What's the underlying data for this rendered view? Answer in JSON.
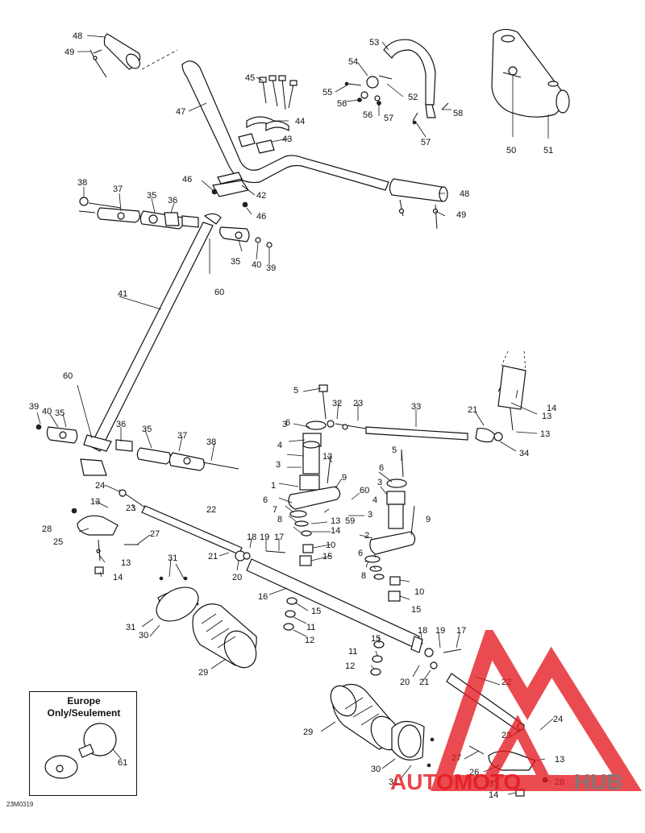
{
  "figure_code": "23M0319",
  "inset": {
    "title_line1": "Europe",
    "title_line2": "Only/Seulement",
    "part_label": "61"
  },
  "watermark": {
    "left_text": "AUTOMOTO",
    "right_text": "HUB",
    "red": "#e5191f",
    "grey": "#7a7a7a"
  },
  "labels": [
    {
      "id": "l-48a",
      "text": "48"
    },
    {
      "id": "l-49a",
      "text": "49"
    },
    {
      "id": "l-47",
      "text": "47"
    },
    {
      "id": "l-45",
      "text": "45"
    },
    {
      "id": "l-44",
      "text": "44"
    },
    {
      "id": "l-43",
      "text": "43"
    },
    {
      "id": "l-53",
      "text": "53"
    },
    {
      "id": "l-54",
      "text": "54"
    },
    {
      "id": "l-55",
      "text": "55"
    },
    {
      "id": "l-56a",
      "text": "56"
    },
    {
      "id": "l-56b",
      "text": "56"
    },
    {
      "id": "l-52",
      "text": "52"
    },
    {
      "id": "l-57a",
      "text": "57"
    },
    {
      "id": "l-58",
      "text": "58"
    },
    {
      "id": "l-57b",
      "text": "57"
    },
    {
      "id": "l-50",
      "text": "50"
    },
    {
      "id": "l-51",
      "text": "51"
    },
    {
      "id": "l-38a",
      "text": "38"
    },
    {
      "id": "l-37a",
      "text": "37"
    },
    {
      "id": "l-35a",
      "text": "35"
    },
    {
      "id": "l-36a",
      "text": "36"
    },
    {
      "id": "l-46a",
      "text": "46"
    },
    {
      "id": "l-42",
      "text": "42"
    },
    {
      "id": "l-46b",
      "text": "46"
    },
    {
      "id": "l-48b",
      "text": "48"
    },
    {
      "id": "l-49b",
      "text": "49"
    },
    {
      "id": "l-35b",
      "text": "35"
    },
    {
      "id": "l-40a",
      "text": "40"
    },
    {
      "id": "l-39a",
      "text": "39"
    },
    {
      "id": "l-60a",
      "text": "60"
    },
    {
      "id": "l-41",
      "text": "41"
    },
    {
      "id": "l-60b",
      "text": "60"
    },
    {
      "id": "l-39b",
      "text": "39"
    },
    {
      "id": "l-40b",
      "text": "40"
    },
    {
      "id": "l-35c",
      "text": "35"
    },
    {
      "id": "l-36b",
      "text": "36"
    },
    {
      "id": "l-35d",
      "text": "35"
    },
    {
      "id": "l-37b",
      "text": "37"
    },
    {
      "id": "l-38b",
      "text": "38"
    },
    {
      "id": "l-5a",
      "text": "5"
    },
    {
      "id": "l-32",
      "text": "32"
    },
    {
      "id": "l-23a",
      "text": "23"
    },
    {
      "id": "l-33",
      "text": "33"
    },
    {
      "id": "l-21a",
      "text": "21"
    },
    {
      "id": "l-14a",
      "text": "14"
    },
    {
      "id": "l-13a",
      "text": "13"
    },
    {
      "id": "l-13b",
      "text": "13"
    },
    {
      "id": "l-34",
      "text": "34"
    },
    {
      "id": "l-6a",
      "text": "6"
    },
    {
      "id": "l-3a",
      "text": "3"
    },
    {
      "id": "l-13c",
      "text": "13"
    },
    {
      "id": "l-4a",
      "text": "4"
    },
    {
      "id": "l-3b",
      "text": "3"
    },
    {
      "id": "l-9a",
      "text": "9"
    },
    {
      "id": "l-5b",
      "text": "5"
    },
    {
      "id": "l-6b",
      "text": "6"
    },
    {
      "id": "l-3c",
      "text": "3"
    },
    {
      "id": "l-4b",
      "text": "4"
    },
    {
      "id": "l-1",
      "text": "1"
    },
    {
      "id": "l-60c",
      "text": "60"
    },
    {
      "id": "l-9b",
      "text": "9"
    },
    {
      "id": "l-6c",
      "text": "6"
    },
    {
      "id": "l-7a",
      "text": "7"
    },
    {
      "id": "l-8a",
      "text": "8"
    },
    {
      "id": "l-3d",
      "text": "3"
    },
    {
      "id": "l-59",
      "text": "59"
    },
    {
      "id": "l-13d",
      "text": "13"
    },
    {
      "id": "l-14b",
      "text": "14"
    },
    {
      "id": "l-10a",
      "text": "10"
    },
    {
      "id": "l-15a",
      "text": "15"
    },
    {
      "id": "l-2",
      "text": "2"
    },
    {
      "id": "l-6d",
      "text": "6"
    },
    {
      "id": "l-7b",
      "text": "7"
    },
    {
      "id": "l-8b",
      "text": "8"
    },
    {
      "id": "l-10b",
      "text": "10"
    },
    {
      "id": "l-15b",
      "text": "15"
    },
    {
      "id": "l-24a",
      "text": "24"
    },
    {
      "id": "l-13e",
      "text": "13"
    },
    {
      "id": "l-23b",
      "text": "23"
    },
    {
      "id": "l-22a",
      "text": "22"
    },
    {
      "id": "l-28a",
      "text": "28"
    },
    {
      "id": "l-25",
      "text": "25"
    },
    {
      "id": "l-27a",
      "text": "27"
    },
    {
      "id": "l-18a",
      "text": "18"
    },
    {
      "id": "l-19a",
      "text": "19"
    },
    {
      "id": "l-17a",
      "text": "17"
    },
    {
      "id": "l-21b",
      "text": "21"
    },
    {
      "id": "l-13f",
      "text": "13"
    },
    {
      "id": "l-14c",
      "text": "14"
    },
    {
      "id": "l-20a",
      "text": "20"
    },
    {
      "id": "l-16",
      "text": "16"
    },
    {
      "id": "l-31a",
      "text": "31"
    },
    {
      "id": "l-31b",
      "text": "31"
    },
    {
      "id": "l-30a",
      "text": "30"
    },
    {
      "id": "l-29a",
      "text": "29"
    },
    {
      "id": "l-15c",
      "text": "15"
    },
    {
      "id": "l-11a",
      "text": "11"
    },
    {
      "id": "l-12a",
      "text": "12"
    },
    {
      "id": "l-15d",
      "text": "15"
    },
    {
      "id": "l-11b",
      "text": "11"
    },
    {
      "id": "l-12b",
      "text": "12"
    },
    {
      "id": "l-18b",
      "text": "18"
    },
    {
      "id": "l-19b",
      "text": "19"
    },
    {
      "id": "l-17b",
      "text": "17"
    },
    {
      "id": "l-20b",
      "text": "20"
    },
    {
      "id": "l-21c",
      "text": "21"
    },
    {
      "id": "l-22b",
      "text": "22"
    },
    {
      "id": "l-24b",
      "text": "24"
    },
    {
      "id": "l-23c",
      "text": "23"
    },
    {
      "id": "l-29b",
      "text": "29"
    },
    {
      "id": "l-30b",
      "text": "30"
    },
    {
      "id": "l-27b",
      "text": "27"
    },
    {
      "id": "l-13g",
      "text": "13"
    },
    {
      "id": "l-26",
      "text": "26"
    },
    {
      "id": "l-31c",
      "text": "31"
    },
    {
      "id": "l-13h",
      "text": "13"
    },
    {
      "id": "l-28b",
      "text": "28"
    },
    {
      "id": "l-14d",
      "text": "14"
    }
  ]
}
